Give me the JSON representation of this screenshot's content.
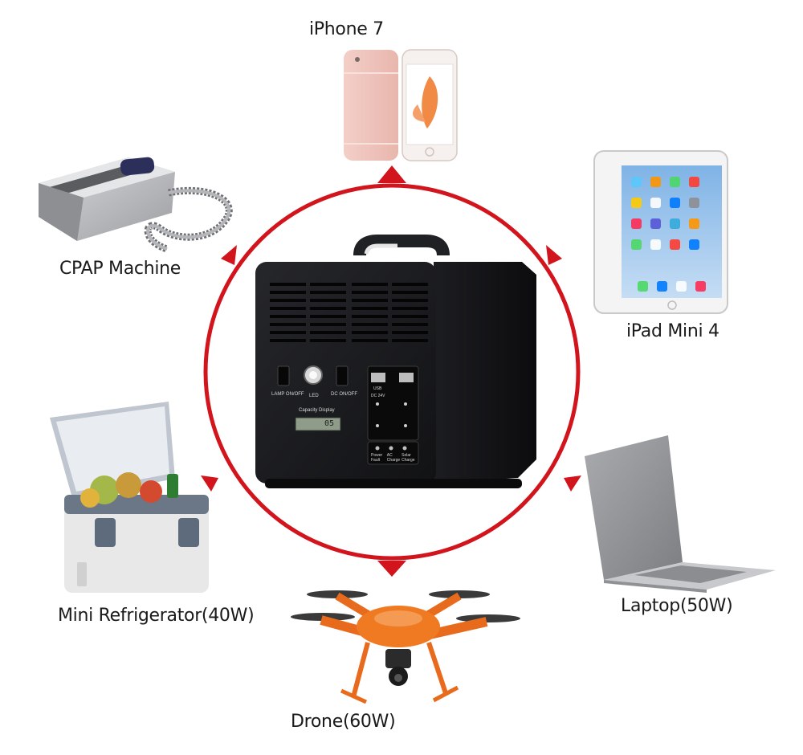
{
  "devices": {
    "iphone": "iPhone 7",
    "cpap": "CPAP Machine",
    "ipad": "iPad Mini 4",
    "fridge": "Mini Refrigerator(40W)",
    "laptop": "Laptop(50W)",
    "drone": "Drone(60W)"
  },
  "station": {
    "lamp_label": "LAMP  ON/OFF",
    "led_label": "LED",
    "dc_label": "DC  ON/OFF",
    "capacity_label": "Capacity  Display",
    "display_value": "05",
    "usb_label": "USB",
    "dc24_label": "DC 24V",
    "status": [
      "Power Fault",
      "AC Charge",
      "Solar Charge"
    ]
  },
  "colors": {
    "ring": "#d2141c",
    "station": "#16171a"
  }
}
